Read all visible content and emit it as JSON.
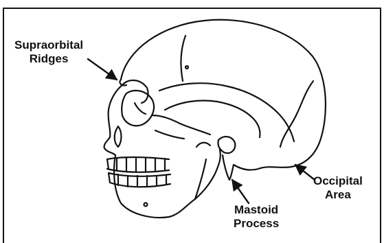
{
  "labels": {
    "supraorbital": {
      "line1": "Supraorbital",
      "line2": "Ridges"
    },
    "occipital": {
      "line1": "Occipital",
      "line2": "Area"
    },
    "mastoid": {
      "line1": "Mastoid",
      "line2": "Process"
    }
  },
  "colors": {
    "ink": "#111111",
    "background": "#ffffff"
  }
}
